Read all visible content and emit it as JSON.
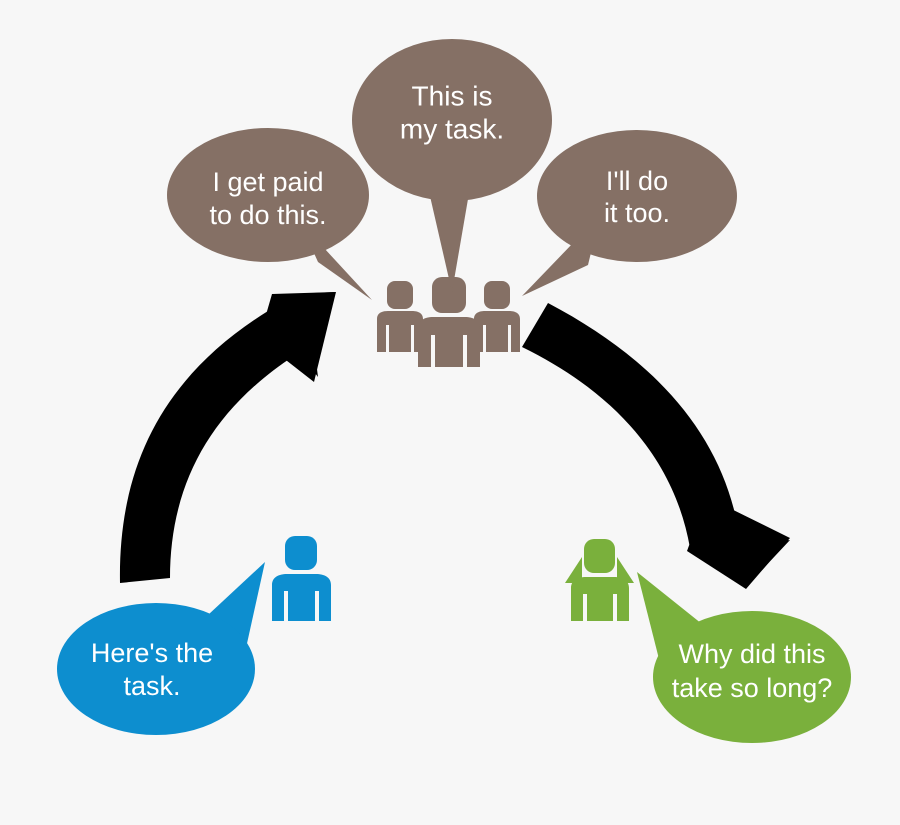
{
  "diagram": {
    "type": "process-flow-illustration",
    "background_color": "#f7f7f7",
    "palette": {
      "brown": "#857065",
      "blue": "#0d8ecf",
      "green": "#7ab03c",
      "arrow_black": "#000000",
      "text_white": "#ffffff"
    },
    "requester": {
      "figure_name": "blue-person-figure",
      "figure_color": "#0d8ecf",
      "bubble_color": "#0d8ecf",
      "bubble_lines": [
        "Here's the",
        "task."
      ],
      "bubble_text": "Here's the task."
    },
    "team": {
      "figure_name": "three-people-group-figure",
      "figure_color": "#857065",
      "count": 3,
      "bubbles": [
        {
          "id": "left",
          "color": "#857065",
          "lines": [
            "I get paid",
            "to do this."
          ],
          "text": "I get paid to do this."
        },
        {
          "id": "center",
          "color": "#857065",
          "lines": [
            "This is",
            "my task."
          ],
          "text": "This is my task."
        },
        {
          "id": "right",
          "color": "#857065",
          "lines": [
            "I'll do",
            "it too."
          ],
          "text": "I'll do it too."
        }
      ]
    },
    "receiver": {
      "figure_name": "green-person-figure",
      "figure_color": "#7ab03c",
      "bubble_color": "#7ab03c",
      "bubble_lines": [
        "Why did this",
        "take so long?"
      ],
      "bubble_text": "Why did this take so long?"
    },
    "arrows": [
      {
        "id": "left-arrow",
        "name": "curved-arrow-up-right",
        "color": "#000000",
        "direction": "from-requester-to-team"
      },
      {
        "id": "right-arrow",
        "name": "curved-arrow-down-right",
        "color": "#000000",
        "direction": "from-team-to-receiver"
      }
    ]
  }
}
